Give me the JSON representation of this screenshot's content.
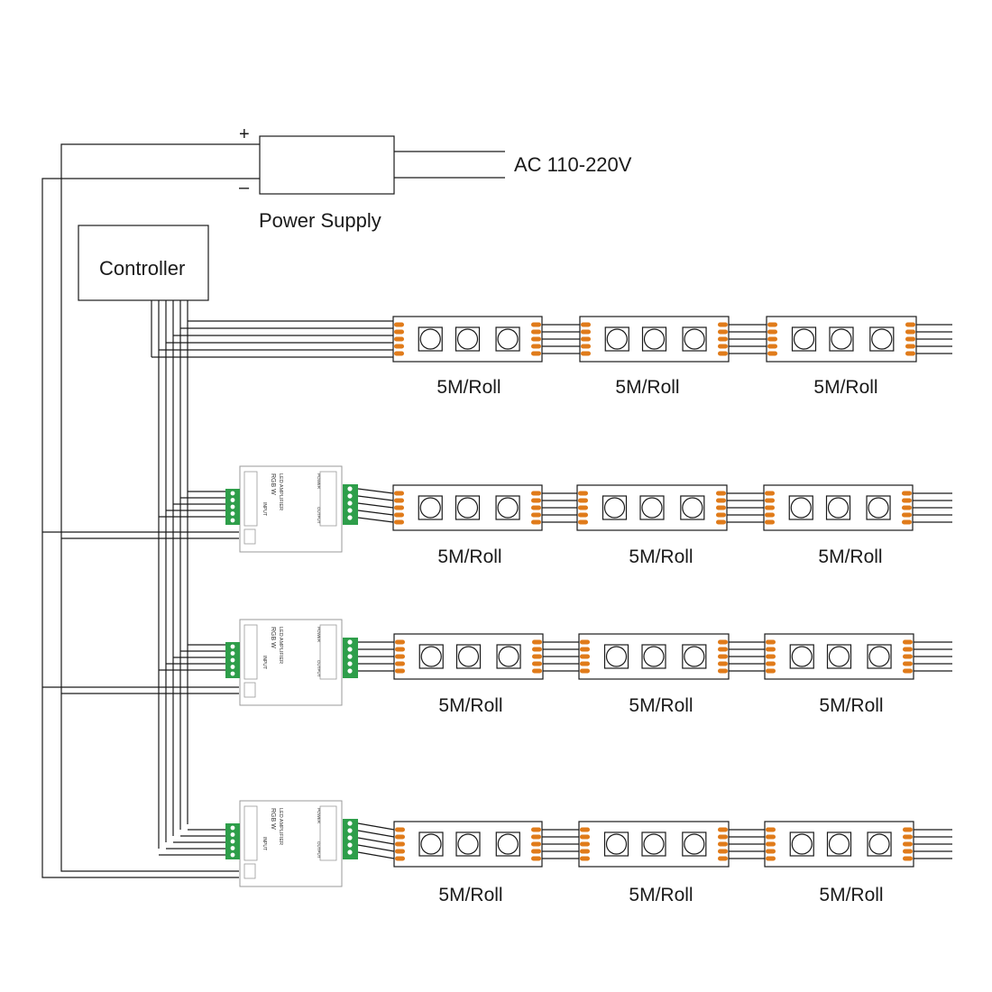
{
  "power_supply": {
    "label": "Power Supply",
    "plus": "+",
    "minus": "–"
  },
  "ac_input": {
    "label": "AC 110-220V"
  },
  "controller": {
    "label": "Controller"
  },
  "amplifier": {
    "title": "RGB W",
    "subtitle": "LED AMPLIFIER",
    "input_label": "INPUT",
    "output_label": "OUTPUT",
    "power_label": "POWER"
  },
  "strips": {
    "roll_label": "5M/Roll",
    "rows": [
      {
        "rolls": [
          "5M/Roll",
          "5M/Roll",
          "5M/Roll"
        ]
      },
      {
        "rolls": [
          "5M/Roll",
          "5M/Roll",
          "5M/Roll"
        ]
      },
      {
        "rolls": [
          "5M/Roll",
          "5M/Roll",
          "5M/Roll"
        ]
      },
      {
        "rolls": [
          "5M/Roll",
          "5M/Roll",
          "5M/Roll"
        ]
      }
    ]
  },
  "colors": {
    "line": "#1a1a1a",
    "pad": "#e07b1a",
    "terminal": "#2e9e4a",
    "amp_border": "#9a9a9a"
  }
}
